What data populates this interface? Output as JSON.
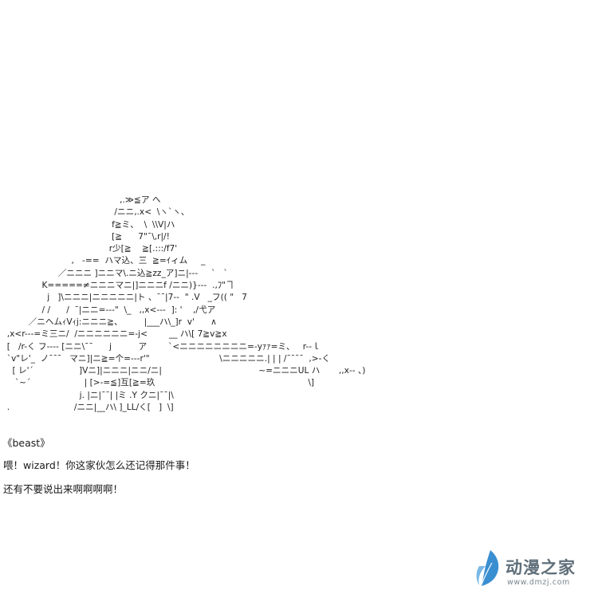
{
  "ascii_art": "                                            ,.≫≦ア ヘ\n                                          /ニニ,.x<  \\ヽ`ヽ、\n                                         f≧ミ、  \\  \\\\V|ハ\n                                         [≧      7\"¯\\,r|/!\n                                        r少[≧    ≧[.:::/f7'\n                          ,   -==  ハマ込、三  ≧=ｲィム     _\n                     ／ニニニ ]ニニマ\\.ニ込≧zz_ア]ニ|---     `   `\n               K=====≠ニニニマニ|]ニニニf /ニニ)}---  .,ﾌ\"ヿ\n                 j   ]\\ニニニ|ニニニニニ|ト 、¯¯|7--  \" .V   _フ(( \"   7\n               / /      /  ¯|ニニ=--‐\"  \\_   ,,x<--‐  ]: '    ,/弋ア\n          ／ニヘムｨVｨj:ニニニ≧、        |___ハ\\_]r  v'      ∧\n  ,x<r---=ミ三ニ/  /ニニニニニニ=-j<        __ ハ\\[ 7≧v≧x\n  [   /r-く フ---‐ [ニニ\\¯¯      j          ア        `<ニニニニニニニニ=-yｧｧ=ミ、   r--ｌ\n  `v\"レ'_  ノ¯¯¯   マニ]|ニ≧=个=---r'\"                          \\ニニニニニ.| | | /¯¯¯¯  ,>-く\n    [ レ'´                 ]Vニ]|ニニニ|ニニ/ニ|                                    ~=ニニニUL ハ       ,,x-‐ 、)\n     `~´                    | [>-=≦]互[≧=玖                                                         \\]\n                             j. |ニ|¯¯| |ミ .Y クニ|¯¯|\\\n  .                        /ニニ|__ハ\\ ]_LL/く[   ]  \\]",
  "dialogue": {
    "speaker": "《beast》",
    "line1": "喂！wizard！你这家伙怎么还记得那件事！",
    "line2": "还有不要说出来啊啊啊啊！"
  },
  "watermark": {
    "name": "动漫之家",
    "url": "www.dmzj.com",
    "icon": "blue-feather-logo-icon",
    "color": "#5f6f7a",
    "icon_color": "#3a8fd1"
  }
}
